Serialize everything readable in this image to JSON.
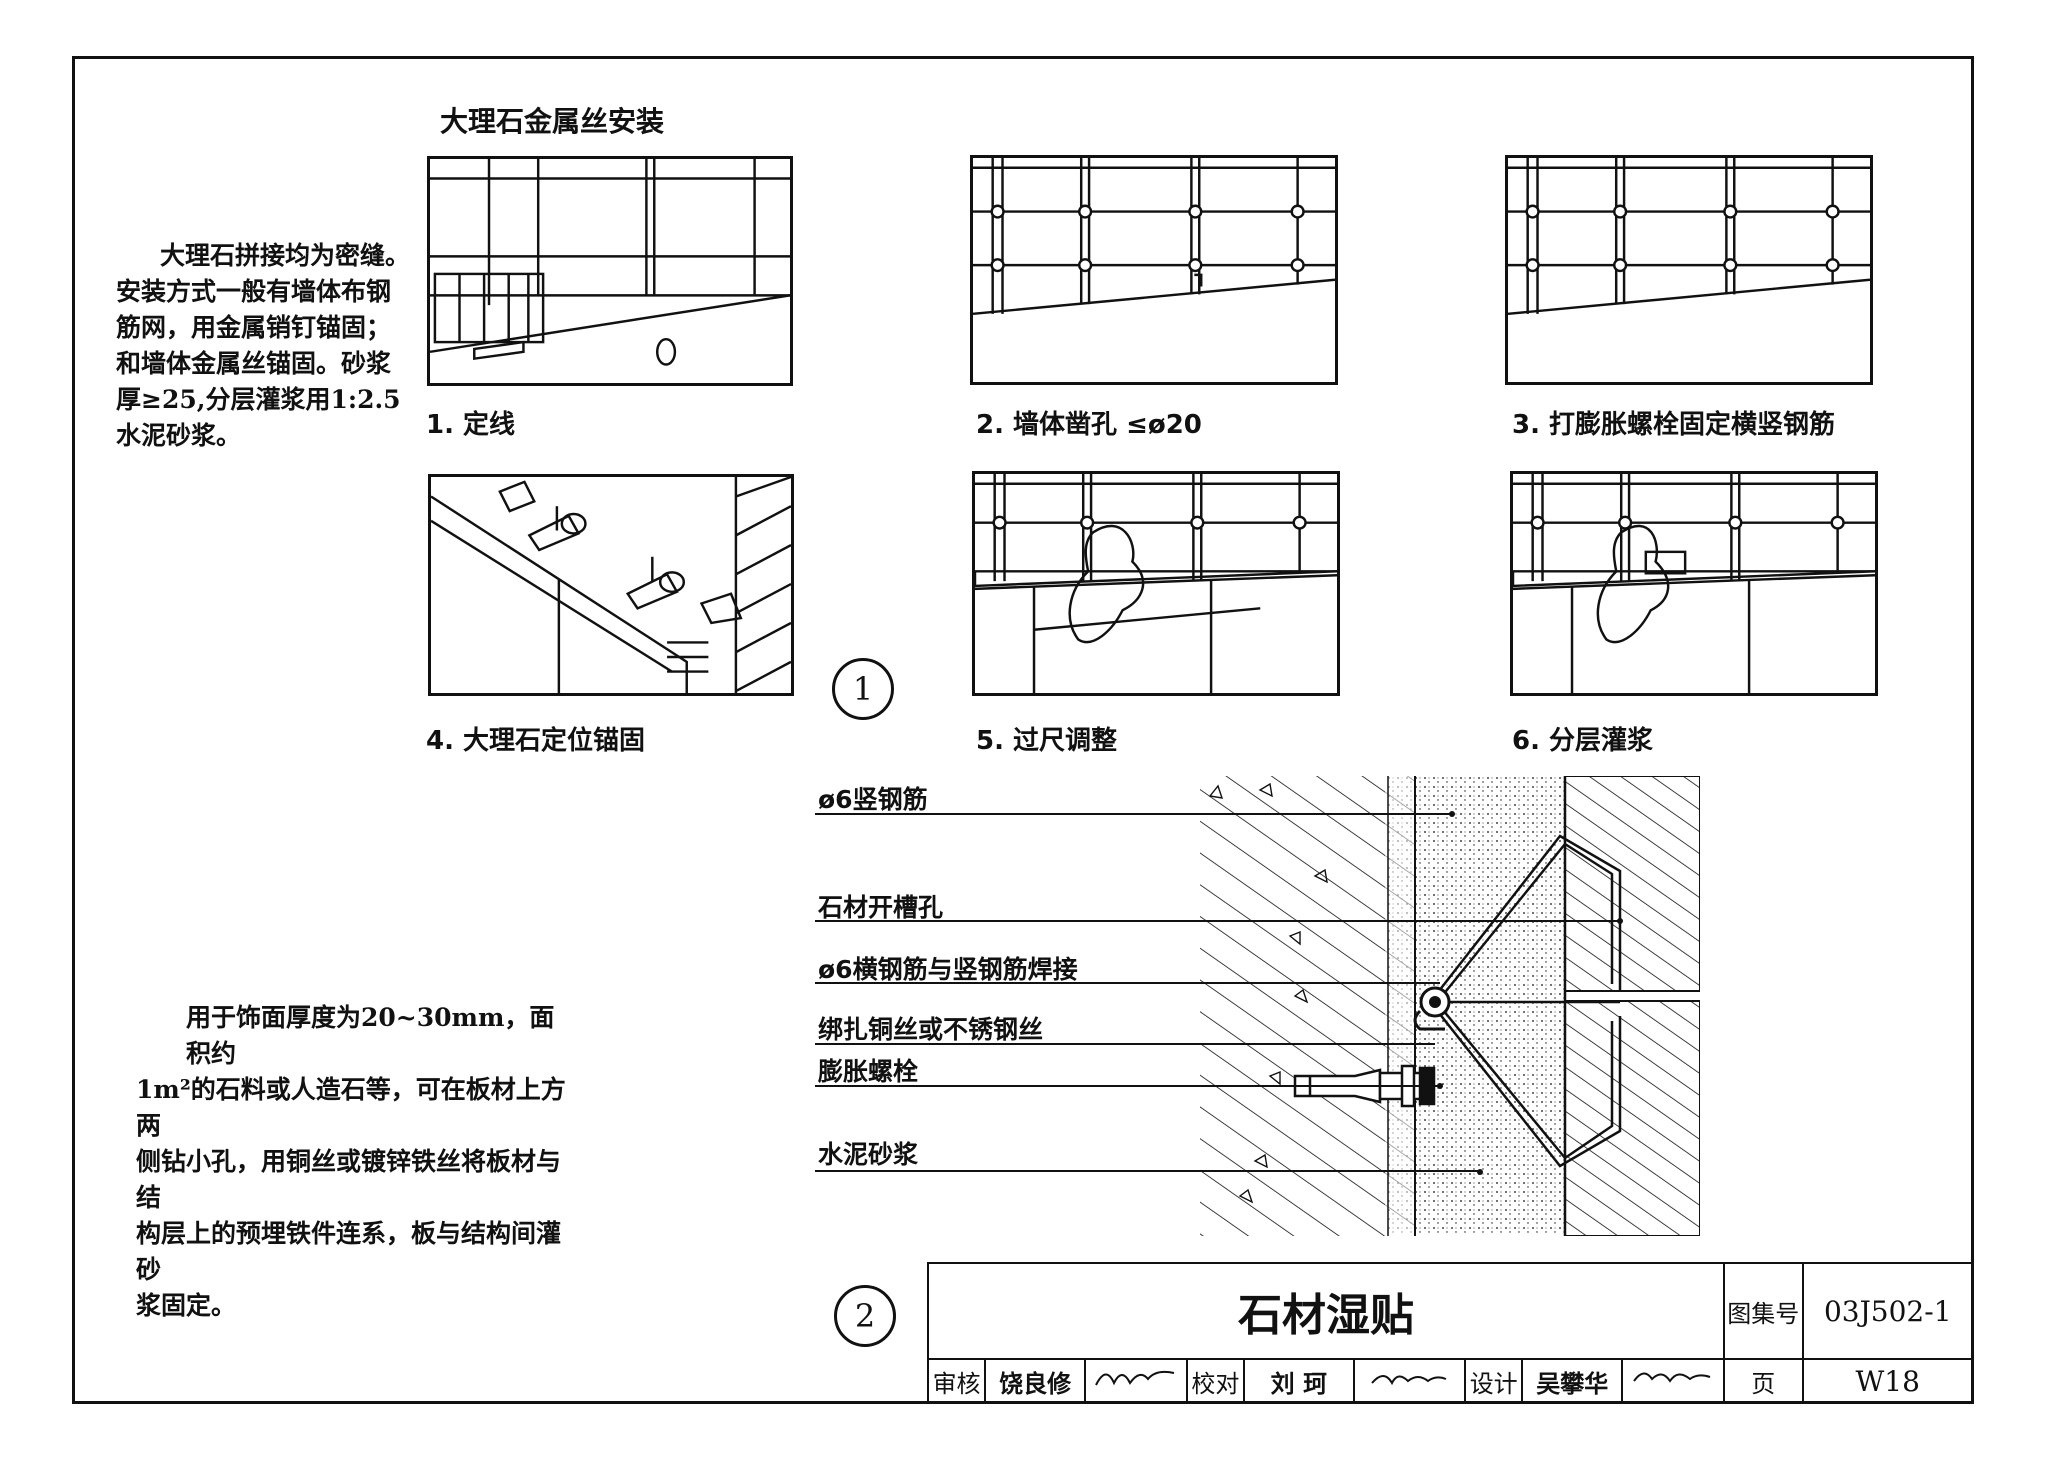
{
  "section_title": "大理石金属丝安装",
  "note_top": [
    "大理石拼接均为密缝。",
    "安装方式一般有墙体布钢",
    "筋网，用金属销钉锚固；",
    "和墙体金属丝锚固。砂浆",
    "厚≥25,分层灌浆用1:2.5",
    "水泥砂浆。"
  ],
  "note_bottom": [
    "用于饰面厚度为20~30mm，面积约",
    "1m²的石料或人造石等，可在板材上方两",
    "侧钻小孔，用铜丝或镀锌铁丝将板材与结",
    "构层上的预埋铁件连系，板与结构间灌砂",
    "浆固定。"
  ],
  "steps": [
    {
      "caption": "1. 定线"
    },
    {
      "caption": "2. 墙体凿孔 ≤ø20"
    },
    {
      "caption": "3. 打膨胀螺栓固定横竖钢筋"
    },
    {
      "caption": "4. 大理石定位锚固"
    },
    {
      "caption": "5. 过尺调整"
    },
    {
      "caption": "6. 分层灌浆"
    }
  ],
  "detail_numbers": {
    "one": "1",
    "two": "2"
  },
  "section_labels": [
    "ø6竖钢筋",
    "石材开槽孔",
    "ø6横钢筋与竖钢筋焊接",
    "绑扎铜丝或不锈钢丝",
    "膨胀螺栓",
    "水泥砂浆"
  ],
  "title_block": {
    "title": "石材湿贴",
    "atlas_label": "图集号",
    "atlas_no": "03J502-1",
    "review_label": "审核",
    "reviewer": "饶良修",
    "check_label": "校对",
    "checker": "刘 珂",
    "design_label": "设计",
    "designer": "吴攀华",
    "page_label": "页",
    "page_no": "W18"
  }
}
